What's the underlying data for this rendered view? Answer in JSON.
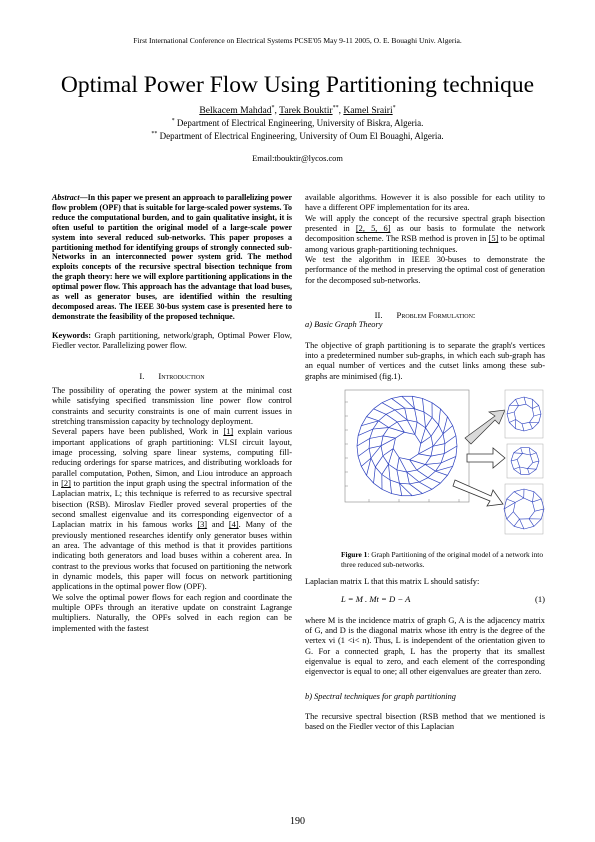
{
  "header": "First International Conference on Electrical Systems PCSE'05 May 9-11 2005, O. E. Bouaghi Univ. Algeria.",
  "title": "Optimal Power Flow Using Partitioning technique",
  "authors": [
    {
      "name": "Belkacem Mahdad",
      "mark": "*"
    },
    {
      "name": "Tarek Bouktir",
      "mark": "**"
    },
    {
      "name": "Kamel Srairi",
      "mark": "*"
    }
  ],
  "affiliations": [
    {
      "mark": "*",
      "text": "Department of Electrical Engineering, University of Biskra, Algeria."
    },
    {
      "mark": "**",
      "text": "Department of Electrical Engineering, University of Oum El Bouaghi, Algeria."
    }
  ],
  "email": "Email:tbouktir@lycos.com",
  "abstract": {
    "label": "Abstract",
    "text": "In this paper we present an approach to parallelizing power flow problem (OPF) that is suitable for large-scaled power systems. To reduce the computational burden, and to gain qualitative insight, it is often useful to partition the original model of a large-scale power system into several reduced sub-networks. This paper proposes a partitioning method for identifying groups of strongly connected sub-Networks in an interconnected power system grid. The method exploits concepts of the recursive spectral bisection technique from the graph theory: here we will explore partitioning applications in the optimal power flow. This approach has the advantage that load buses, as well as generator buses, are identified within the resulting decomposed areas. The IEEE 30-bus system case is presented here to demonstrate the feasibility of the proposed technique."
  },
  "keywords": {
    "label": "Keywords:",
    "text": "Graph partitioning, network/graph, Optimal Power Flow, Fiedler vector. Parallelizing power flow."
  },
  "sec1": {
    "num": "I.",
    "title": "Introduction"
  },
  "intro": {
    "p1": "The possibility of operating the power system at the minimal cost while satisfying specified transmission line power flow control constraints and security constraints is one of main current issues in stretching transmission capacity by technology deployment.",
    "p2a": "Several papers have been published, Work in ",
    "r1": "[1]",
    "p2b": " explain various important applications of graph partitioning: VLSI circuit layout, image processing, solving spare linear systems, computing fill-reducing orderings for sparse matrices, and distributing workloads for parallel computation, Pothen, Simon, and Liou introduce an approach in ",
    "r2": "[2]",
    "p2c": " to partition the input graph using the spectral information of the Laplacian matrix, L; this technique is referred to as recursive spectral bisection (RSB). Miroslav Fiedler proved several properties of the second smallest eigenvalue and its corresponding eigenvector of a Laplacian matrix in his famous works ",
    "r3": "[3]",
    "p2d": " and ",
    "r4": "[4]",
    "p2e": ". Many of the previously mentioned researches identify only generator buses within an area. The advantage of this method is that it provides partitions indicating both generators and load buses within a coherent area. In contrast to the previous works that focused on partitioning the network in dynamic models, this paper will focus on network partitioning applications in the optimal power flow (OPF).",
    "p3": "We solve the optimal power flows for each region and coordinate the multiple OPFs through an iterative update on constraint Lagrange multipliers. Naturally, the OPFs solved in each region can be implemented with the fastest"
  },
  "right": {
    "p1": "available algorithms. However it is also possible for each utility to have a different OPF implementation for its area.",
    "p2a": "We will apply the concept of the recursive spectral graph bisection presented in ",
    "r1": "[2, 5, 6]",
    "p2b": " as our basis to formulate the network decomposition scheme. The RSB method is proven in ",
    "r2": "[5]",
    "p2c": " to be optimal among various graph-partitioning techniques.",
    "p3": "We test the algorithm in IEEE 30-buses to demonstrate the performance of the method in preserving the optimal cost of generation for the decomposed sub-networks."
  },
  "sec2": {
    "num": "II.",
    "title": "Problem Formulation:"
  },
  "subA": "a) Basic Graph Theory",
  "graph": {
    "p1": "The objective of graph partitioning is to separate the graph's vertices into a predetermined number sub-graphs, in which each sub-graph has an equal number of vertices and the cutset links among these sub-graphs are minimised (fig.1).",
    "fig_label": "Figure 1",
    "fig_caption": ": Graph Partitioning of the original model of a network into three reduced sub-networks.",
    "p2": "Laplacian matrix L that this matrix L should satisfy:",
    "eq": "L = M . Mt = D − A",
    "eq_num": "(1)",
    "p3": "where M is the incidence matrix of graph G, A is the adjacency matrix of G, and D is the diagonal matrix whose ith entry is the degree of the vertex vi (1 <i< n). Thus, L is independent of the orientation given to G. For a connected graph, L has the property that its smallest eigenvalue is equal to zero, and each element of the corresponding eigenvector is equal to one; all other eigenvalues are greater than zero."
  },
  "subB": "b) Spectral techniques for graph partitioning",
  "spectral": {
    "p1": "The recursive spectral bisection (RSB method that we mentioned is based on the Fiedler vector of this Laplacian"
  },
  "page_number": "190"
}
